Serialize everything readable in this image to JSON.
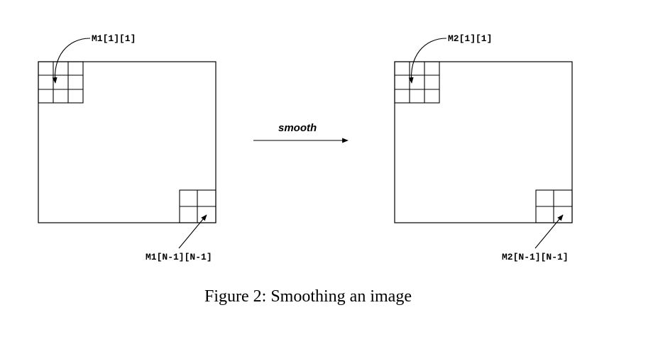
{
  "diagram": {
    "left_matrix": {
      "top_label": "M1[1][1]",
      "bottom_label": "M1[N-1][N-1]"
    },
    "right_matrix": {
      "top_label": "M2[1][1]",
      "bottom_label": "M2[N-1][N-1]"
    },
    "operation_label": "smooth",
    "caption": "Figure 2: Smoothing an image"
  }
}
